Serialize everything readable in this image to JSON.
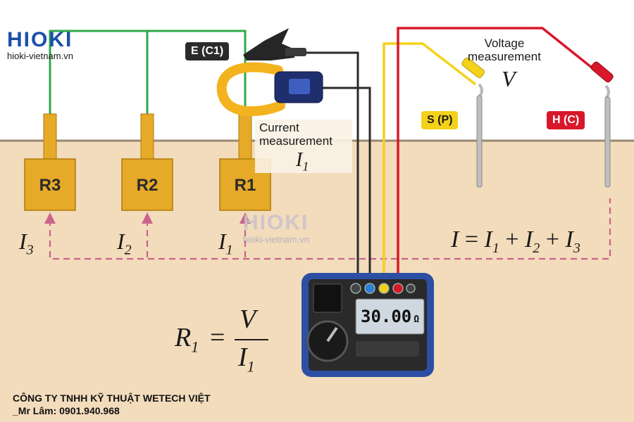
{
  "logo": {
    "brand": "HIOKI",
    "site": "hioki-vietnam.vn"
  },
  "watermark": {
    "brand": "HIOKI",
    "site": "hioki-vietnam.vn"
  },
  "electrodes": [
    {
      "label": "R3",
      "current": "I",
      "sub": "3"
    },
    {
      "label": "R2",
      "current": "I",
      "sub": "2"
    },
    {
      "label": "R1",
      "current": "I",
      "sub": "1"
    }
  ],
  "tags": {
    "e": "E (C1)",
    "s": "S (P)",
    "h": "H (C)"
  },
  "current_measurement": {
    "line1": "Current",
    "line2": "measurement",
    "symbol": "I",
    "sub": "1"
  },
  "voltage_measurement": {
    "line1": "Voltage",
    "line2": "measurement",
    "symbol": "V"
  },
  "sum_equation": {
    "lhs": "I",
    "eq": "=",
    "t1": "I",
    "t1_sub": "1",
    "plus1": "+",
    "t2": "I",
    "t2_sub": "2",
    "plus2": "+",
    "t3": "I",
    "t3_sub": "3"
  },
  "formula": {
    "lhs": "R",
    "lhs_sub": "1",
    "eq": "=",
    "num": "V",
    "den": "I",
    "den_sub": "1"
  },
  "meter": {
    "reading": "30.00",
    "unit": "Ω"
  },
  "company": {
    "line1": "CÔNG TY TNHH KỸ THUẬT WETECH VIỆT",
    "line2": "_Mr Lâm: 0901.940.968"
  },
  "colors": {
    "soil": "#f3dcbc",
    "ground_line": "#9a8873",
    "electrode": "#e6a928",
    "electrode_border": "#b07a0a",
    "wire_green": "#2fa84a",
    "wire_black": "#2b2b2b",
    "wire_yellow": "#f4d21a",
    "wire_red": "#d8182a",
    "dashed_pink": "#c9648a",
    "clamp": "#f2b31e",
    "meter_body": "#2c4fa3"
  }
}
